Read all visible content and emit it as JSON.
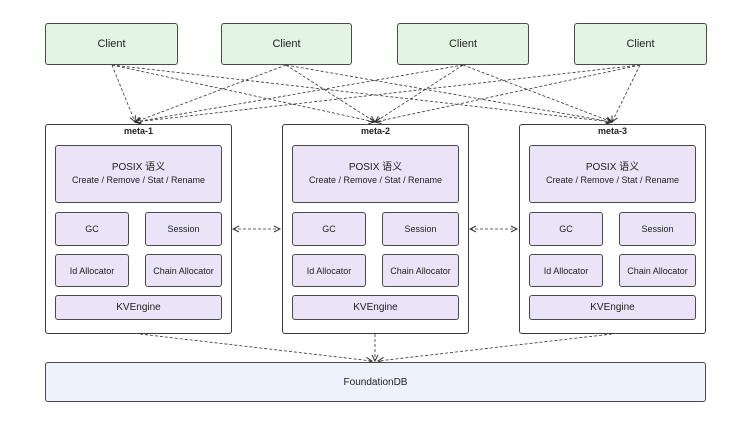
{
  "clients": [
    {
      "label": "Client"
    },
    {
      "label": "Client"
    },
    {
      "label": "Client"
    },
    {
      "label": "Client"
    }
  ],
  "metas": [
    {
      "title": "meta-1",
      "posix": {
        "title": "POSIX 语义",
        "subtitle": "Create / Remove / Stat / Rename"
      },
      "gc": "GC",
      "session": "Session",
      "id_allocator": "Id Allocator",
      "chain_allocator": "Chain Allocator",
      "kvengine": "KVEngine"
    },
    {
      "title": "meta-2",
      "posix": {
        "title": "POSIX 语义",
        "subtitle": "Create / Remove / Stat / Rename"
      },
      "gc": "GC",
      "session": "Session",
      "id_allocator": "Id Allocator",
      "chain_allocator": "Chain Allocator",
      "kvengine": "KVEngine"
    },
    {
      "title": "meta-3",
      "posix": {
        "title": "POSIX 语义",
        "subtitle": "Create / Remove / Stat / Rename"
      },
      "gc": "GC",
      "session": "Session",
      "id_allocator": "Id Allocator",
      "chain_allocator": "Chain Allocator",
      "kvengine": "KVEngine"
    }
  ],
  "foundationdb": "FoundationDB",
  "colors": {
    "client_fill": "#e3f4e3",
    "module_fill": "#ebe3f7",
    "storage_fill": "#eef2fa",
    "line": "#333333"
  }
}
